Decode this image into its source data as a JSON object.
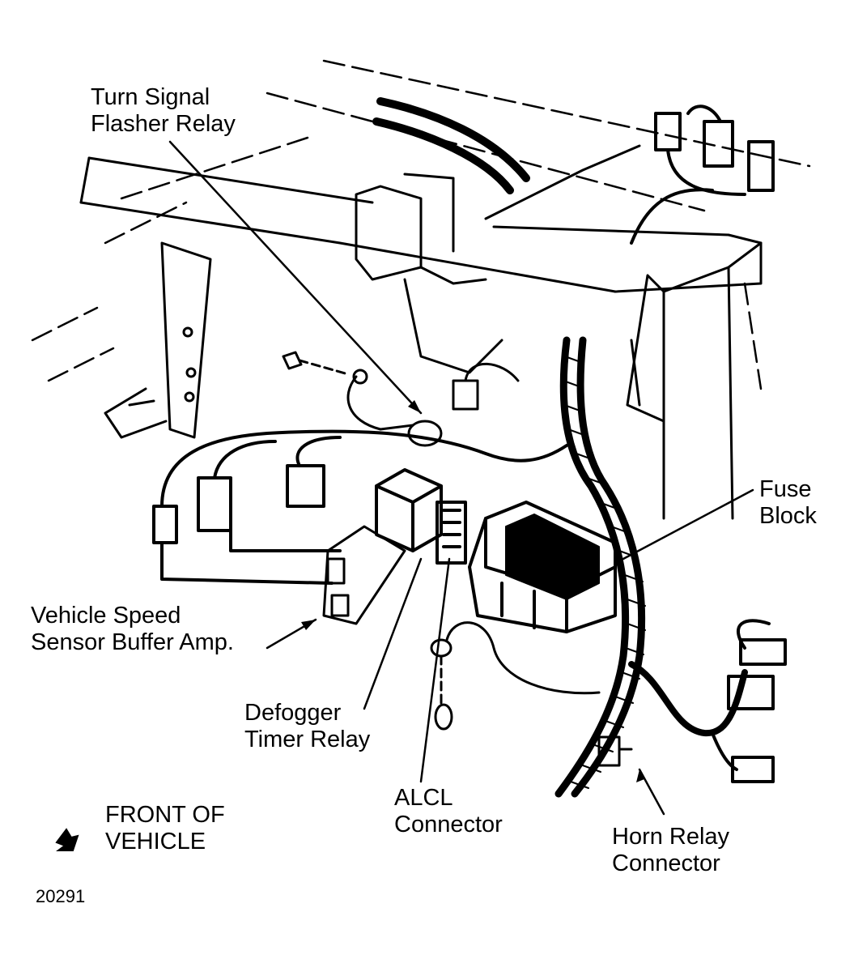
{
  "labels": {
    "turn_signal": [
      "Turn Signal",
      "Flasher Relay"
    ],
    "fuse_block": [
      "Fuse",
      "Block"
    ],
    "vss_buffer": [
      "Vehicle Speed",
      "Sensor Buffer Amp."
    ],
    "defogger": [
      "Defogger",
      "Timer Relay"
    ],
    "alcl": [
      "ALCL",
      "Connector"
    ],
    "horn_relay": [
      "Horn Relay",
      "Connector"
    ],
    "front_of_vehicle": [
      "FRONT OF",
      "VEHICLE"
    ]
  },
  "figure_number": "20291",
  "colors": {
    "ink": "#000000",
    "paper": "#ffffff"
  },
  "icons": {
    "front_arrow": "arrow-icon"
  }
}
